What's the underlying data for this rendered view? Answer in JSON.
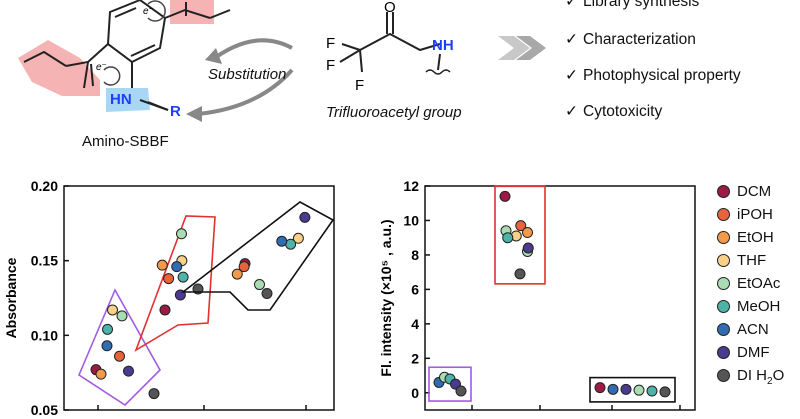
{
  "scheme": {
    "compound_label": "Amino-SBBF",
    "substituent_hn": "HN",
    "substituent_r": "R",
    "electron_label": "e⁻",
    "arrow_label": "Substitution",
    "group_label": "Trifluoroacetyl group",
    "fragment_atoms": {
      "f1": "F",
      "f2": "F",
      "f3": "F",
      "o": "O",
      "nh": "NH"
    },
    "colors": {
      "ester_highlight": "#f4a6a6",
      "amine_highlight": "#9fd3f5",
      "nh_text": "#1f3fff"
    }
  },
  "checklist": {
    "items": [
      "Library synthesis",
      "Characterization",
      "Photophysical property",
      "Cytotoxicity"
    ],
    "check_glyph": "✓"
  },
  "legend": {
    "solvents": [
      {
        "label": "DCM",
        "sub": "",
        "after": "",
        "color": "#9b1b42"
      },
      {
        "label": "iPOH",
        "sub": "",
        "after": "",
        "color": "#e8623a"
      },
      {
        "label": "EtOH",
        "sub": "",
        "after": "",
        "color": "#f39a4a"
      },
      {
        "label": "THF",
        "sub": "",
        "after": "",
        "color": "#f8d188"
      },
      {
        "label": "EtOAc",
        "sub": "",
        "after": "",
        "color": "#a9dcb2"
      },
      {
        "label": "MeOH",
        "sub": "",
        "after": "",
        "color": "#4db3a8"
      },
      {
        "label": "ACN",
        "sub": "",
        "after": "",
        "color": "#2f6db0"
      },
      {
        "label": "DMF",
        "sub": "",
        "after": "",
        "color": "#4b3a8f"
      },
      {
        "label": "DI H",
        "sub": "2",
        "after": "O",
        "color": "#555555"
      }
    ]
  },
  "chart_data": [
    {
      "type": "scatter",
      "title": "",
      "xlabel": "",
      "ylabel": "Absorbance",
      "ylim": [
        0.05,
        0.2
      ],
      "yticks": [
        "0.05",
        "0.10",
        "0.15",
        "0.20"
      ],
      "groups": [
        {
          "name": "",
          "box_color": "#a259e6",
          "points": [
            {
              "x": 1,
              "y": 0.077,
              "solvent": "DCM"
            },
            {
              "x": 2,
              "y": 0.086,
              "solvent": "iPOH"
            },
            {
              "x": 3,
              "y": 0.074,
              "solvent": "EtOH"
            },
            {
              "x": 4,
              "y": 0.117,
              "solvent": "THF"
            },
            {
              "x": 5,
              "y": 0.113,
              "solvent": "EtOAc"
            },
            {
              "x": 6,
              "y": 0.104,
              "solvent": "MeOH"
            },
            {
              "x": 7,
              "y": 0.093,
              "solvent": "ACN"
            },
            {
              "x": 8,
              "y": 0.076,
              "solvent": "DMF"
            },
            {
              "x": 9,
              "y": 0.061,
              "solvent": "DI H2O"
            }
          ]
        },
        {
          "name": "",
          "box_color": "#e03030",
          "points": [
            {
              "x": 1,
              "y": 0.117,
              "solvent": "DCM"
            },
            {
              "x": 2,
              "y": 0.138,
              "solvent": "iPOH"
            },
            {
              "x": 3,
              "y": 0.147,
              "solvent": "EtOH"
            },
            {
              "x": 4,
              "y": 0.15,
              "solvent": "THF"
            },
            {
              "x": 5,
              "y": 0.168,
              "solvent": "EtOAc"
            },
            {
              "x": 6,
              "y": 0.139,
              "solvent": "MeOH"
            },
            {
              "x": 7,
              "y": 0.146,
              "solvent": "ACN"
            },
            {
              "x": 8,
              "y": 0.127,
              "solvent": "DMF"
            },
            {
              "x": 9,
              "y": 0.131,
              "solvent": "DI H2O"
            }
          ]
        },
        {
          "name": "",
          "box_color": "#111111",
          "points": [
            {
              "x": 1,
              "y": 0.148,
              "solvent": "DCM"
            },
            {
              "x": 2,
              "y": 0.146,
              "solvent": "iPOH"
            },
            {
              "x": 3,
              "y": 0.141,
              "solvent": "EtOH"
            },
            {
              "x": 4,
              "y": 0.165,
              "solvent": "THF"
            },
            {
              "x": 5,
              "y": 0.134,
              "solvent": "EtOAc"
            },
            {
              "x": 6,
              "y": 0.161,
              "solvent": "MeOH"
            },
            {
              "x": 7,
              "y": 0.163,
              "solvent": "ACN"
            },
            {
              "x": 8,
              "y": 0.179,
              "solvent": "DMF"
            },
            {
              "x": 9,
              "y": 0.128,
              "solvent": "DI H2O"
            }
          ]
        }
      ]
    },
    {
      "type": "scatter",
      "title": "",
      "xlabel": "",
      "ylabel": "Fl. intensity (×10⁵ , a.u.)",
      "ylim": [
        -1,
        12
      ],
      "yticks": [
        "0",
        "2",
        "4",
        "6",
        "8",
        "10",
        "12"
      ],
      "groups": [
        {
          "name": "",
          "box_color": "#a259e6",
          "points": [
            {
              "x": 1,
              "y": 0.6,
              "solvent": "ACN"
            },
            {
              "x": 2,
              "y": 0.9,
              "solvent": "EtOAc"
            },
            {
              "x": 3,
              "y": 0.8,
              "solvent": "MeOH"
            },
            {
              "x": 4,
              "y": 0.5,
              "solvent": "DMF"
            },
            {
              "x": 5,
              "y": 0.1,
              "solvent": "DI H2O"
            }
          ]
        },
        {
          "name": "",
          "box_color": "#e03030",
          "points": [
            {
              "x": 1,
              "y": 11.4,
              "solvent": "DCM"
            },
            {
              "x": 2,
              "y": 9.7,
              "solvent": "iPOH"
            },
            {
              "x": 3,
              "y": 9.3,
              "solvent": "EtOH"
            },
            {
              "x": 4,
              "y": 9.1,
              "solvent": "THF"
            },
            {
              "x": 5,
              "y": 9.4,
              "solvent": "EtOAc"
            },
            {
              "x": 6,
              "y": 9.0,
              "solvent": "MeOH"
            },
            {
              "x": 7,
              "y": 8.2,
              "solvent": "EtOAc"
            },
            {
              "x": 8,
              "y": 8.4,
              "solvent": "DMF"
            },
            {
              "x": 9,
              "y": 6.9,
              "solvent": "DI H2O"
            }
          ]
        },
        {
          "name": "",
          "box_color": "#111111",
          "points": [
            {
              "x": 1,
              "y": 0.3,
              "solvent": "DCM"
            },
            {
              "x": 2,
              "y": 0.2,
              "solvent": "ACN"
            },
            {
              "x": 3,
              "y": 0.2,
              "solvent": "DMF"
            },
            {
              "x": 4,
              "y": 0.15,
              "solvent": "EtOAc"
            },
            {
              "x": 5,
              "y": 0.1,
              "solvent": "MeOH"
            },
            {
              "x": 6,
              "y": 0.05,
              "solvent": "DI H2O"
            }
          ]
        }
      ]
    }
  ]
}
